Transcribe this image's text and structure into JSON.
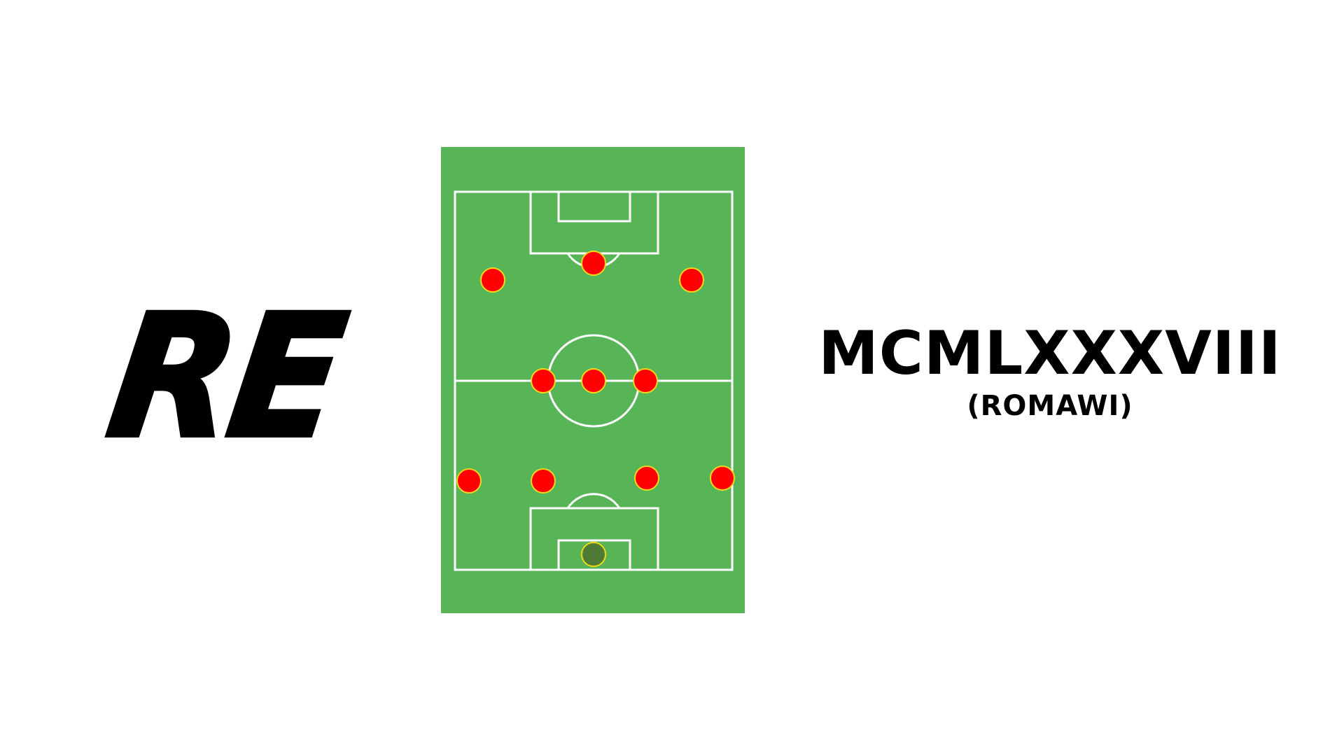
{
  "left_text": "RE",
  "right": {
    "numeral": "MCMLXXXVIII",
    "caption": "(ROMAWI)"
  },
  "pitch": {
    "grass_color": "#57b557",
    "line_color": "#ffffff",
    "player_color": "#ff0000",
    "player_outline": "#f2d81a",
    "keeper_color": "#4f7a35",
    "formation": [
      {
        "role": "goalkeeper",
        "name": "keeper"
      },
      {
        "role": "defender",
        "name": "defender-left-back"
      },
      {
        "role": "defender",
        "name": "defender-center-left"
      },
      {
        "role": "defender",
        "name": "defender-center-right"
      },
      {
        "role": "defender",
        "name": "defender-right-back"
      },
      {
        "role": "midfielder",
        "name": "midfielder-left"
      },
      {
        "role": "midfielder",
        "name": "midfielder-center"
      },
      {
        "role": "midfielder",
        "name": "midfielder-right"
      },
      {
        "role": "forward",
        "name": "forward-left"
      },
      {
        "role": "forward",
        "name": "forward-center"
      },
      {
        "role": "forward",
        "name": "forward-right"
      }
    ]
  }
}
